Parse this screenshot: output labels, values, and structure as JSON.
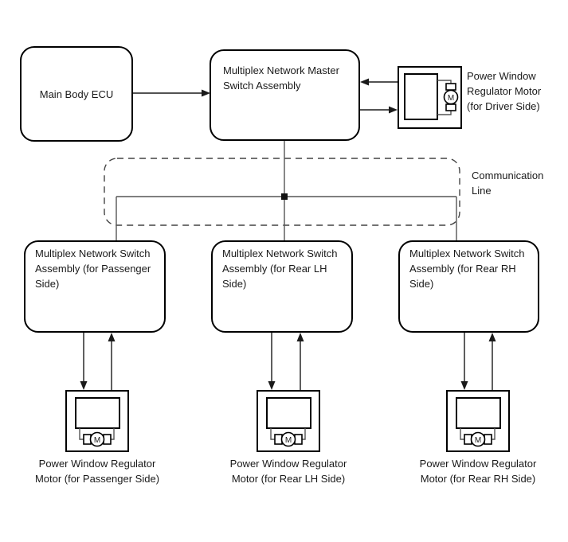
{
  "diagram": {
    "colors": {
      "background": "#ffffff",
      "box_border": "#000000",
      "arrow_line": "#1a1a1a",
      "comm_line": "#555555",
      "dashed_outline": "#444444"
    },
    "nodes": {
      "main_body_ecu": {
        "label": "Main Body ECU"
      },
      "master_switch": {
        "label": "Multiplex Network Master\nSwitch Assembly"
      },
      "driver_motor": {
        "label": "Power Window\nRegulator Motor\n(for Driver Side)",
        "motor_letter": "M"
      },
      "communication_line": {
        "label": "Communication\nLine"
      },
      "passenger_switch": {
        "label": "Multiplex Network Switch\nAssembly (for Passenger\nSide)"
      },
      "rear_lh_switch": {
        "label": "Multiplex Network Switch\nAssembly (for Rear LH\nSide)"
      },
      "rear_rh_switch": {
        "label": "Multiplex Network Switch\nAssembly (for Rear RH\nSide)"
      },
      "passenger_motor": {
        "label": "Power Window Regulator\nMotor (for Passenger Side)",
        "motor_letter": "M"
      },
      "rear_lh_motor": {
        "label": "Power Window Regulator\nMotor (for Rear LH Side)",
        "motor_letter": "M"
      },
      "rear_rh_motor": {
        "label": "Power Window Regulator\nMotor (for Rear RH Side)",
        "motor_letter": "M"
      }
    }
  }
}
